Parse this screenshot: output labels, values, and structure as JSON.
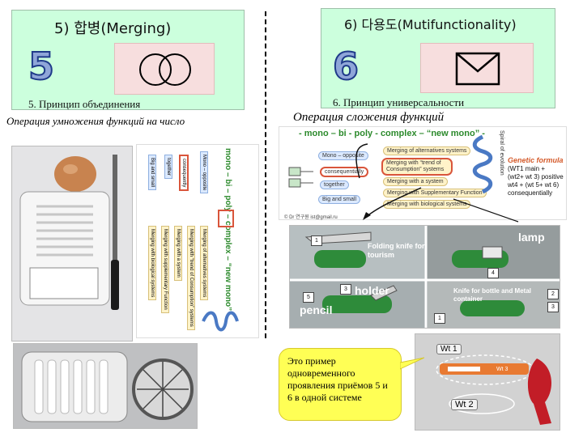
{
  "left_slide": {
    "title": "5) 합병(Merging)",
    "number": "5",
    "caption": "5. Принцип объединения"
  },
  "right_slide": {
    "title": "6) 다용도(Mutifunctionality)",
    "number": "6",
    "caption": "6. Принцип универсальности"
  },
  "left_caption": "Операция умножения функций на число",
  "right_caption": "Операция сложения функций",
  "right_diagram": {
    "header_mono": "mono",
    "header_bi": "bi",
    "header_poly": "poly",
    "header_complex": "complex",
    "header_new_mono": "“new mono”",
    "items": [
      "Mono – opposite",
      "consequentially",
      "together",
      "Big and small",
      "Merging of alternatives systems",
      "Merging with “trend of Consumption” systems",
      "Merging with a system",
      "Merging with Supplementary Function",
      "Merging with biological systems"
    ],
    "genetic_title": "Genetic formula",
    "genetic_lines": [
      "(WT1 main +",
      "(wt2+ wt 3) positive",
      "wt4 + (wt 5+ wt 6)",
      "consequentially"
    ],
    "spiral_label": "Spiral of evolution",
    "author": "© Dr 연구원 ist@gmail.ru"
  },
  "left_diagram": {
    "header": "mono – bi – poly – complex – “new mono”",
    "items": [
      "Merging of alternatives systems",
      "Merging with “trend of Consumption” systems",
      "Merging with a system",
      "Merging with supplementary Function",
      "Merging with biological systems"
    ],
    "small_items": [
      "Mono – opposite",
      "consequently",
      "together",
      "Big and small"
    ]
  },
  "tool_photo": {
    "label_folding": "Folding knife for tourism",
    "label_lamp": "lamp",
    "label_holder": "holder",
    "label_pencil": "pencil",
    "label_knife": "Knife for bottle and Metal container",
    "tags": [
      "1",
      "4",
      "5",
      "3",
      "2",
      "3",
      "1"
    ]
  },
  "peeler_photo": {
    "wt1": "Wt 1",
    "wt2": "Wt 2",
    "wt3": "Wt 3"
  },
  "callout_text": "Это пример одновременного проявления приёмов 5 и 6 в одной системе"
}
